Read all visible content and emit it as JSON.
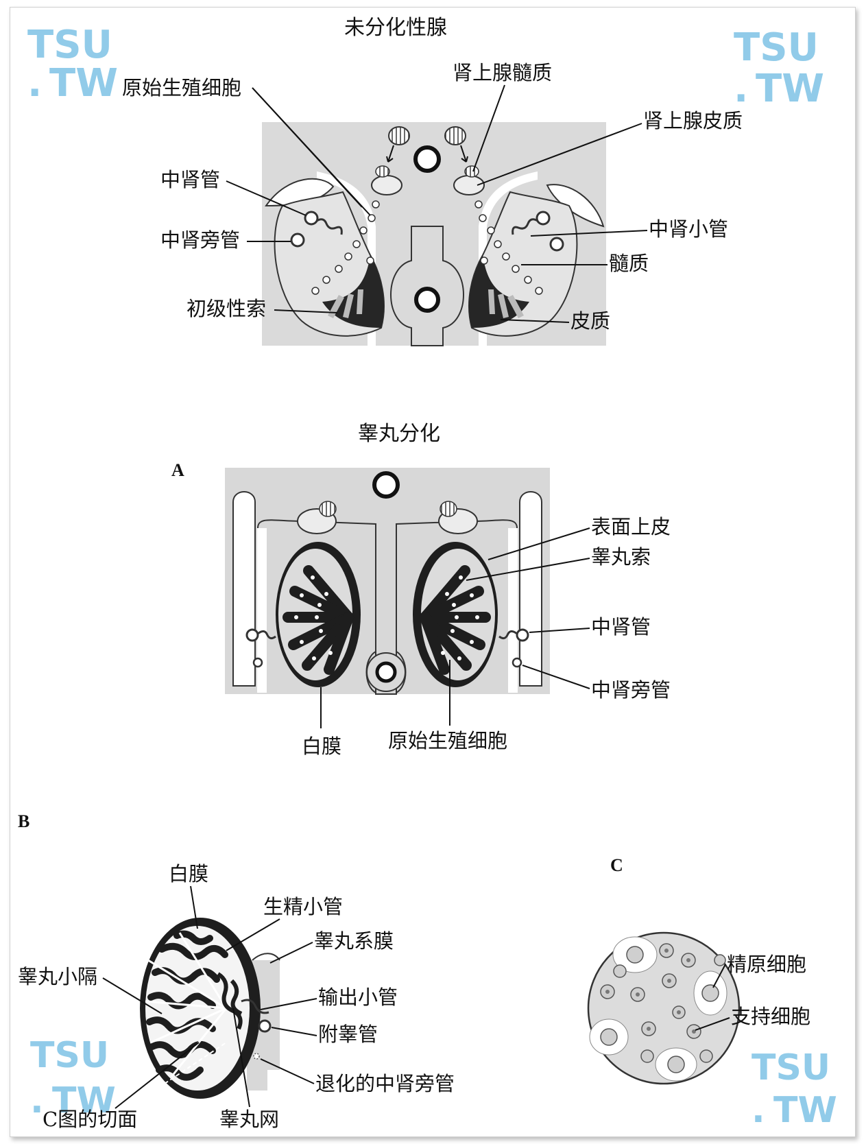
{
  "colors": {
    "tissue": "#d8d8d8",
    "cortex": "#262626",
    "watermark": "#7ec3e6",
    "line": "#111111"
  },
  "watermark": {
    "line1": "TSU",
    "line2": "TW",
    "dot": "."
  },
  "panel1": {
    "title": "未分化性腺",
    "labels": {
      "pgc": "原始生殖细胞",
      "adrenal_medulla": "肾上腺髓质",
      "adrenal_cortex": "肾上腺皮质",
      "mesonephric_duct": "中肾管",
      "paramesonephric_duct": "中肾旁管",
      "mesonephric_tubule": "中肾小管",
      "medulla": "髓质",
      "primary_sex_cords": "初级性索",
      "cortex": "皮质"
    }
  },
  "panel2": {
    "title": "睾丸分化",
    "letter": "A",
    "labels": {
      "surface_epithelium": "表面上皮",
      "testis_cords": "睾丸索",
      "mesonephric_duct": "中肾管",
      "paramesonephric_duct": "中肾旁管",
      "tunica_albuginea": "白膜",
      "pgc": "原始生殖细胞"
    }
  },
  "panel3": {
    "letter_b": "B",
    "letter_c": "C",
    "labels": {
      "tunica_albuginea": "白膜",
      "seminiferous_tubule": "生精小管",
      "mesorchium": "睾丸系膜",
      "septum": "睾丸小隔",
      "efferent_ductules": "输出小管",
      "epididymis_duct": "附睾管",
      "regressed_paramesonephric": "退化的中肾旁管",
      "section_of_c": "C图的切面",
      "rete_testis": "睾丸网",
      "spermatogonia": "精原细胞",
      "sertoli": "支持细胞"
    }
  }
}
